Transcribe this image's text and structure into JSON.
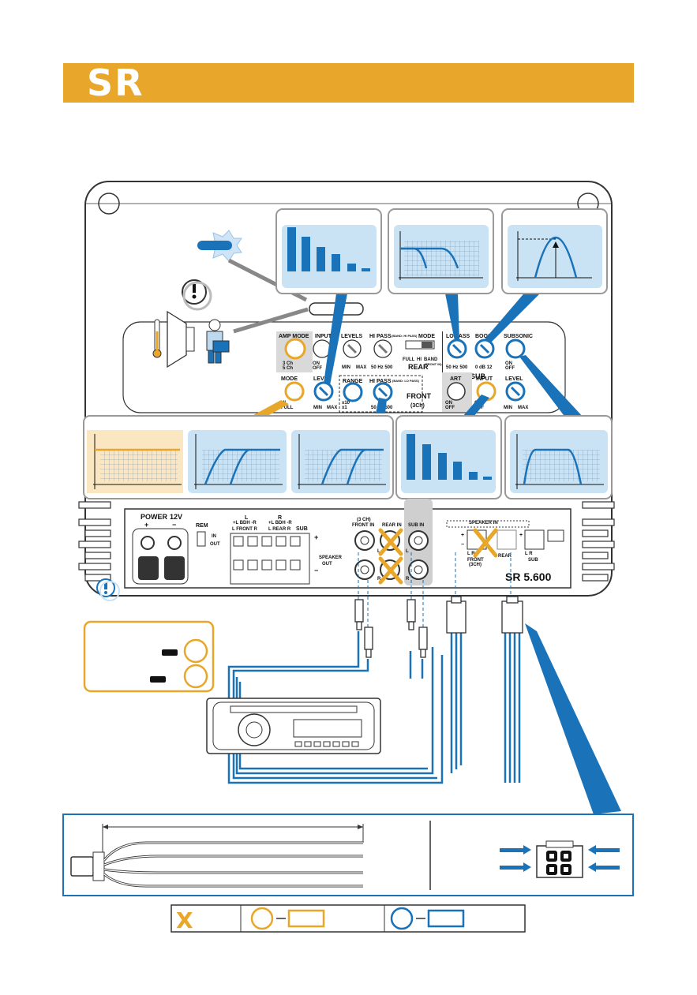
{
  "banner": {
    "logo": "SR",
    "color": "#e8a62a"
  },
  "colors": {
    "orange": "#e8a62a",
    "blue": "#1a72b8",
    "light_blue": "#c9e3f5",
    "light_orange": "#fbe6c2"
  },
  "panel_top": {
    "amp_mode": {
      "label": "AMP MODE",
      "opt1": "3 Ch",
      "opt2": "5 Ch"
    },
    "input": {
      "label": "INPUT",
      "on": "ON",
      "off": "OFF"
    },
    "levels": {
      "label": "LEVELS",
      "min": "MIN",
      "max": "MAX"
    },
    "hi_pass_rear": {
      "label": "HI PASS",
      "note": "(BAND: HI PASS)",
      "scale": "50 Hz 500"
    },
    "mode_rear": {
      "label": "MODE",
      "full": "FULL",
      "hi": "HI",
      "band": "BAND",
      "note": "(FRONT IN)"
    },
    "rear_title": "REAR",
    "lo_pass": {
      "label": "LO PASS",
      "scale": "50 Hz 500"
    },
    "boost": {
      "label": "BOOST",
      "scale": "0 dB 12"
    },
    "subsonic": {
      "label": "SUBSONIC",
      "on": "ON",
      "off": "OFF"
    },
    "sub_title": "SUB"
  },
  "panel_bottom": {
    "mode": {
      "label": "MODE",
      "hi": "HI",
      "full": "FULL"
    },
    "level": {
      "label": "LEVEL",
      "min": "MIN",
      "max": "MAX"
    },
    "range": {
      "label": "RANGE",
      "x10": "x10",
      "x1": "x1"
    },
    "hi_pass_front": {
      "label": "HI PASS",
      "note": "(BAND: LO PASS)",
      "scale": "50 Hz 500"
    },
    "front_title": "FRONT",
    "front_sub": "(3Ch)",
    "art": {
      "label": "ART",
      "on": "ON",
      "off": "OFF"
    },
    "input_sub": {
      "label": "INPUT",
      "on": "ON",
      "off": "OFF"
    },
    "level_sub": {
      "label": "LEVEL",
      "min": "MIN",
      "max": "MAX"
    }
  },
  "io": {
    "power": "POWER",
    "v12": "12V",
    "plus": "+",
    "minus": "−",
    "rem": "REM",
    "in": "IN",
    "out": "OUT",
    "front_group": "L",
    "rear_group": "R",
    "front_row": "+L  BDH  -R",
    "rear_row": "+L  BDH  -R",
    "lfront": "L  FRONT  R",
    "lrear": "L  REAR  R",
    "sub": "SUB",
    "speaker_out": "SPEAKER",
    "speaker_out2": "OUT",
    "front_in_top": "(3 CH)",
    "front_in": "FRONT IN",
    "rear_in": "REAR IN",
    "sub_in": "SUB IN",
    "l": "L",
    "r": "R",
    "speaker_in": "SPEAKER IN",
    "front_3ch": "FRONT",
    "front_3ch_sub": "(3CH)",
    "rear": "REAR",
    "sub_in_label": "SUB",
    "lr": "L    R",
    "model": "SR 5.600"
  },
  "legend": {
    "x": "X"
  }
}
